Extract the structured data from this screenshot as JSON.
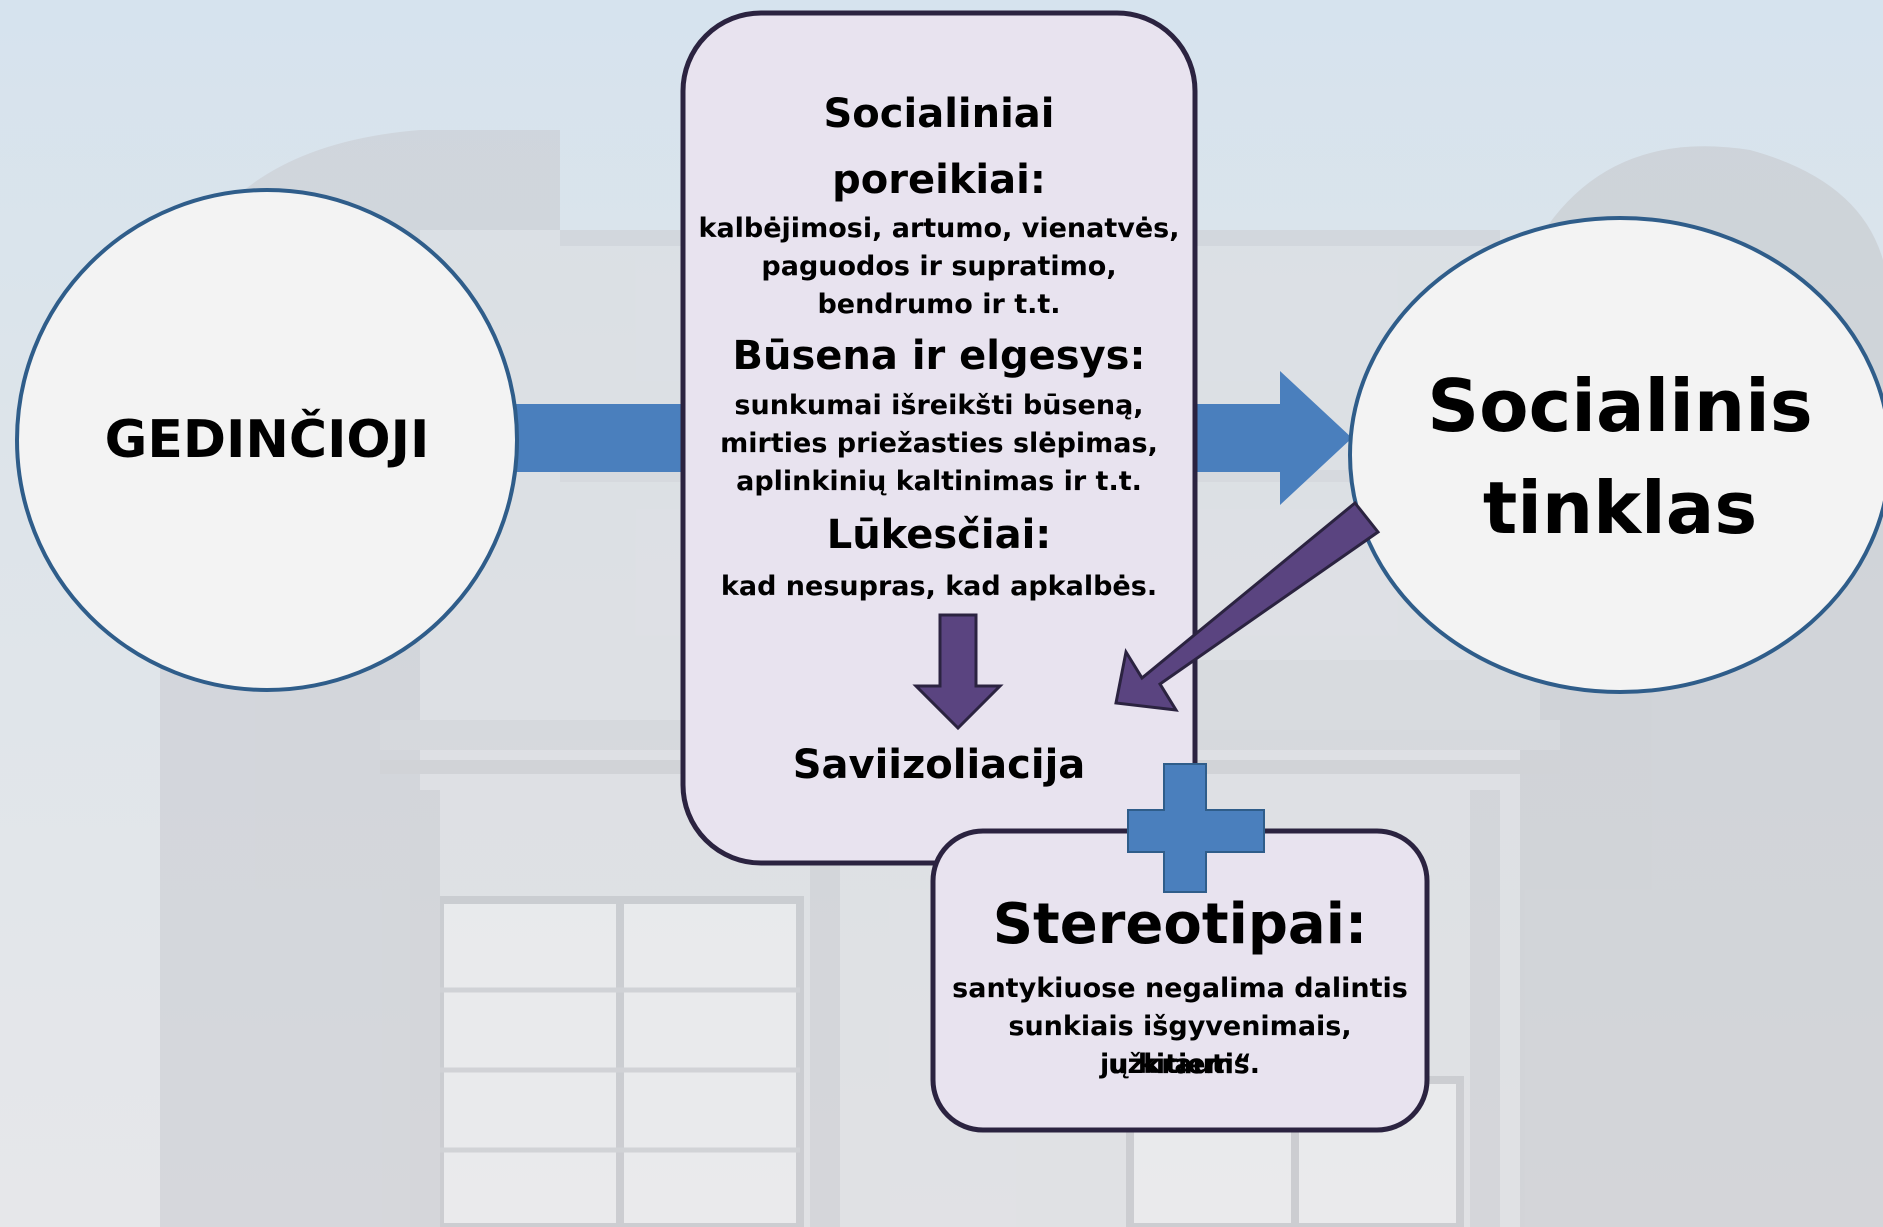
{
  "left_circle": {
    "label": "GEDINČIOJI"
  },
  "right_circle": {
    "line1": "Socialinis",
    "line2": "tinklas"
  },
  "central_box": {
    "needs_heading_1": "Socialiniai",
    "needs_heading_2": "poreikiai:",
    "needs_line_1": "kalbėjimosi, artumo, vienatvės,",
    "needs_line_2": "paguodos ir supratimo,",
    "needs_line_3": "bendrumo ir t.t.",
    "state_heading": "Būsena ir elgesys:",
    "state_line_1": "sunkumai išreikšti būseną,",
    "state_line_2": "mirties priežasties slėpimas,",
    "state_line_3": "aplinkinių kaltinimas ir t.t.",
    "expect_heading": "Lūkesčiai:",
    "expect_line_1": "kad nesupras, kad apkalbės.",
    "result": "Saviizoliacija"
  },
  "stereotypes_box": {
    "heading": "Stereotipai:",
    "line_1": "santykiuose negalima dalintis",
    "line_2": "sunkiais išgyvenimais, užkrauti“",
    "line_3": "jų kitiems."
  },
  "colors": {
    "circle_fill": "#f3f3f3",
    "circle_stroke": "#2f5d8a",
    "box_fill": "#e8e3ef",
    "box_stroke": "#2b2340",
    "blue_arrow": "#4a7fbd",
    "purple_arrow": "#5a4480"
  }
}
